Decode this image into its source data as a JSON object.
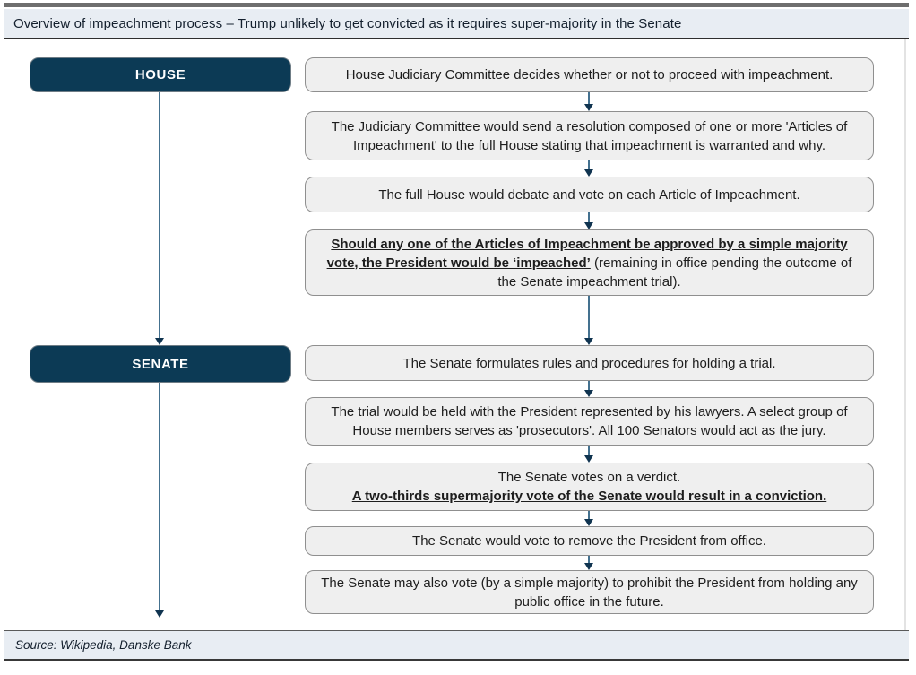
{
  "header": {
    "title": "Overview of impeachment process – Trump unlikely to get convicted as it requires super-majority in the Senate"
  },
  "flow": {
    "stages": [
      {
        "label": "HOUSE"
      },
      {
        "label": "SENATE"
      }
    ],
    "steps": [
      {
        "text": "House Judiciary Committee decides whether or not to proceed with impeachment."
      },
      {
        "text": "The Judiciary Committee would send a resolution composed of one or more 'Articles of Impeachment' to the full House stating that impeachment is warranted and why."
      },
      {
        "text": "The full House would debate and vote on each Article of Impeachment."
      },
      {
        "emphasis": "Should any one of the Articles of Impeachment be approved by a simple majority vote, the President would be ‘impeached’",
        "text": " (remaining in office pending the outcome of the Senate impeachment trial)."
      },
      {
        "text": "The Senate formulates rules and procedures for holding a trial."
      },
      {
        "text": "The trial would be held with the President represented by his lawyers. A select group of House members serves as 'prosecutors'. All 100 Senators would act as the jury."
      },
      {
        "text": "The Senate votes on a verdict.",
        "emphasis": "A two-thirds supermajority vote of the Senate would result in a conviction."
      },
      {
        "text": "The Senate would vote to remove the President from office."
      },
      {
        "text": "The Senate may also vote (by a simple majority) to prohibit the President from holding any public office in the future."
      }
    ]
  },
  "footer": {
    "source": "Source: Wikipedia, Danske Bank"
  },
  "colors": {
    "stage_fill": "#0c3a55",
    "arrow_shaft": "#44718f",
    "arrow_head": "#103450",
    "box_fill": "#efefef",
    "box_border": "#8f8f8f",
    "strip_bg": "#e8edf3"
  }
}
